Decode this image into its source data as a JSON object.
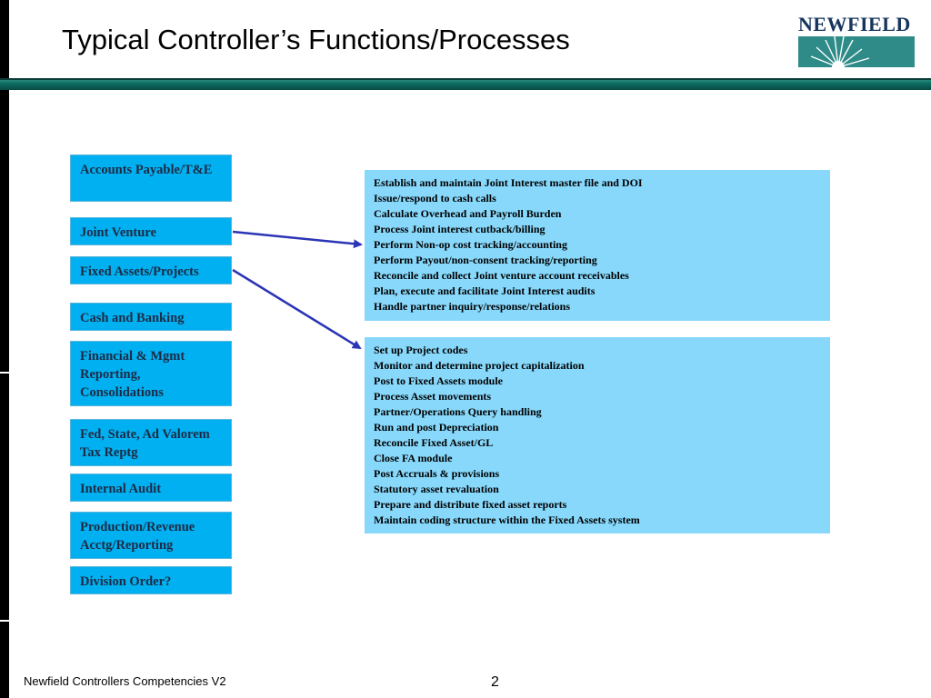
{
  "title": "Typical Controller’s Functions/Processes",
  "logo": {
    "text": "NEWFIELD"
  },
  "functions": [
    {
      "label": "Accounts Payable/T&E"
    },
    {
      "label": "Joint Venture"
    },
    {
      "label": "Fixed Assets/Projects"
    },
    {
      "label": "Cash and Banking"
    },
    {
      "label": "Financial & Mgmt Reporting, Consolidations"
    },
    {
      "label": "Fed, State, Ad Valorem Tax Reptg"
    },
    {
      "label": "Internal Audit"
    },
    {
      "label": "Production/Revenue Acctg/Reporting"
    },
    {
      "label": "Division Order?"
    }
  ],
  "joint_venture_details": [
    "Establish and maintain Joint Interest master file and DOI",
    "Issue/respond to cash calls",
    "Calculate Overhead and Payroll Burden",
    "Process Joint interest cutback/billing",
    "Perform Non-op cost tracking/accounting",
    "Perform Payout/non-consent tracking/reporting",
    "Reconcile and collect Joint venture account receivables",
    "Plan, execute and facilitate Joint Interest audits",
    "Handle  partner inquiry/response/relations"
  ],
  "fixed_assets_details": [
    "Set up Project codes",
    "Monitor and determine project capitalization",
    "Post to Fixed Assets module",
    "Process Asset movements",
    "Partner/Operations Query handling",
    "Run and post Depreciation",
    "Reconcile Fixed Asset/GL",
    "Close FA module",
    "Post Accruals & provisions",
    "Statutory asset revaluation",
    "Prepare and distribute fixed asset reports",
    "Maintain coding structure within the Fixed Assets system"
  ],
  "footer": {
    "left": "Newfield Controllers Competencies V2",
    "page": "2"
  }
}
